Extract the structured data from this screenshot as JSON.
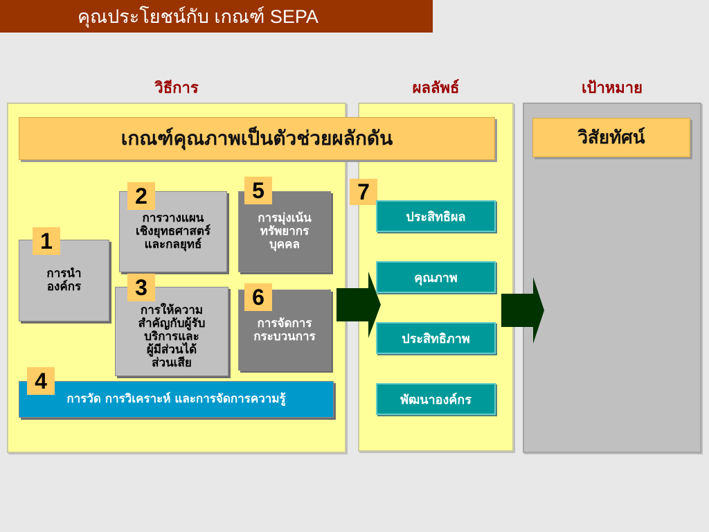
{
  "header": {
    "title": "คุณประโยชน์กับ เกณฑ์ SEPA"
  },
  "columns": {
    "methods": "วิธีการ",
    "results": "ผลลัพธ์",
    "goal": "เป้าหมาย"
  },
  "banner": {
    "label": "เกณฑ์คุณภาพเป็นตัวช่วยผลักดัน"
  },
  "vision": {
    "label": "วิสัยทัศน์"
  },
  "categories": [
    {
      "number": "1",
      "label": "การนำ\nองค์กร"
    },
    {
      "number": "2",
      "label": "การวางแผน\nเชิงยุทธศาสตร์\nและกลยุทธ์"
    },
    {
      "number": "3",
      "label": "การให้ความ\nสำคัญกับผู้รับ\nบริการและ\nผู้มีส่วนได้\nส่วนเสีย"
    },
    {
      "number": "4",
      "label": "การวัด การวิเคราะห์ และการจัดการความรู้"
    },
    {
      "number": "5",
      "label": "การมุ่งเน้น\nทรัพยากร\nบุคคล"
    },
    {
      "number": "6",
      "label": "การจัดการ\nกระบวนการ"
    },
    {
      "number": "7"
    }
  ],
  "results": [
    {
      "label": "ประสิทธิผล"
    },
    {
      "label": "คุณภาพ"
    },
    {
      "label": "ประสิทธิภาพ"
    },
    {
      "label": "พัฒนาองค์กร"
    }
  ],
  "colors": {
    "title_bar": "#993300",
    "column_heading": "#990000",
    "panel_yellow": "#ffff99",
    "panel_gray": "#c0c0c0",
    "highlight": "#ffcc66",
    "result_box": "#009999",
    "measurement_box": "#0099cc",
    "arrow": "#003300"
  }
}
